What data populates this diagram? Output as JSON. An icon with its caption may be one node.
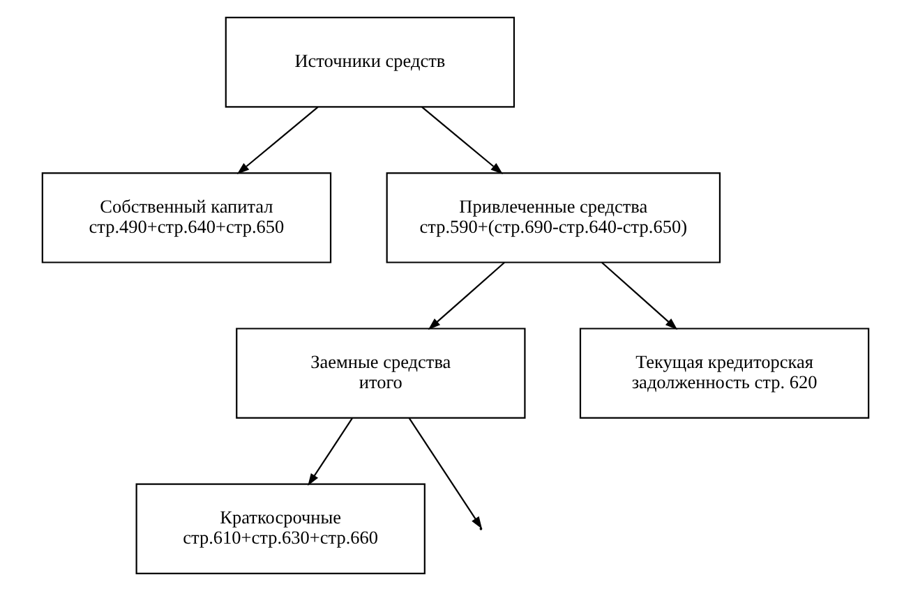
{
  "diagram": {
    "nodes": [
      {
        "text": [
          "Источники средств"
        ]
      },
      {
        "text": [
          "Собственный капитал стр.490+стр.640+стр.650"
        ]
      },
      {
        "text": [
          "Привлеченные средства стр.590+(стр.690-стр.640-стр.650)"
        ]
      },
      {
        "text": [
          "Заемные средства итого"
        ]
      },
      {
        "text": [
          "Текущая кредиторская задолженность стр. 620"
        ]
      },
      {
        "text": [
          "Краткосрочные стр.610+стр.630+стр.660"
        ]
      }
    ],
    "edges": [
      {
        "from": 0,
        "to": 1,
        "arrow": "to"
      },
      {
        "from": 0,
        "to": 2,
        "arrow": "to"
      },
      {
        "from": 2,
        "to": 3,
        "arrow": "to"
      },
      {
        "from": 2,
        "to": 4,
        "arrow": "to"
      },
      {
        "from": 3,
        "to": null,
        "arrow": "to"
      },
      {
        "from": 3,
        "to": 5,
        "arrow": "to"
      }
    ]
  }
}
